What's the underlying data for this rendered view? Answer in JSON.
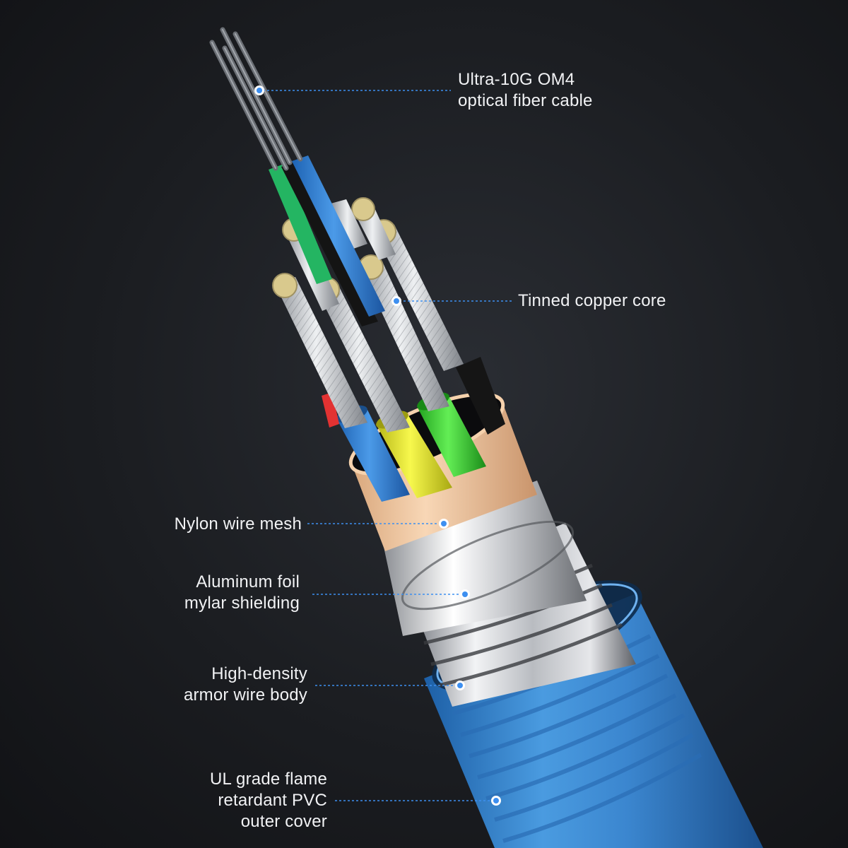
{
  "labels": {
    "fiber": [
      "Ultra-10G OM4",
      "optical fiber cable"
    ],
    "copper": [
      "Tinned copper core"
    ],
    "nylon": [
      "Nylon wire mesh"
    ],
    "foil": [
      "Aluminum foil",
      "mylar shielding"
    ],
    "armor": [
      "High-density",
      "armor wire body"
    ],
    "pvc": [
      "UL grade flame",
      "retardant PVC",
      "outer cover"
    ]
  },
  "colors": {
    "callout": "#3d8ff0",
    "text": "#f1f2f4",
    "pvc_blue": "#3f8fd6",
    "nylon_tan": "#f3c9a2",
    "wire_blue": "#2b7fd4",
    "wire_yellow": "#e9ea2c",
    "wire_green": "#3ed43a",
    "wire_black": "#151515",
    "wire_red": "#e23232"
  }
}
